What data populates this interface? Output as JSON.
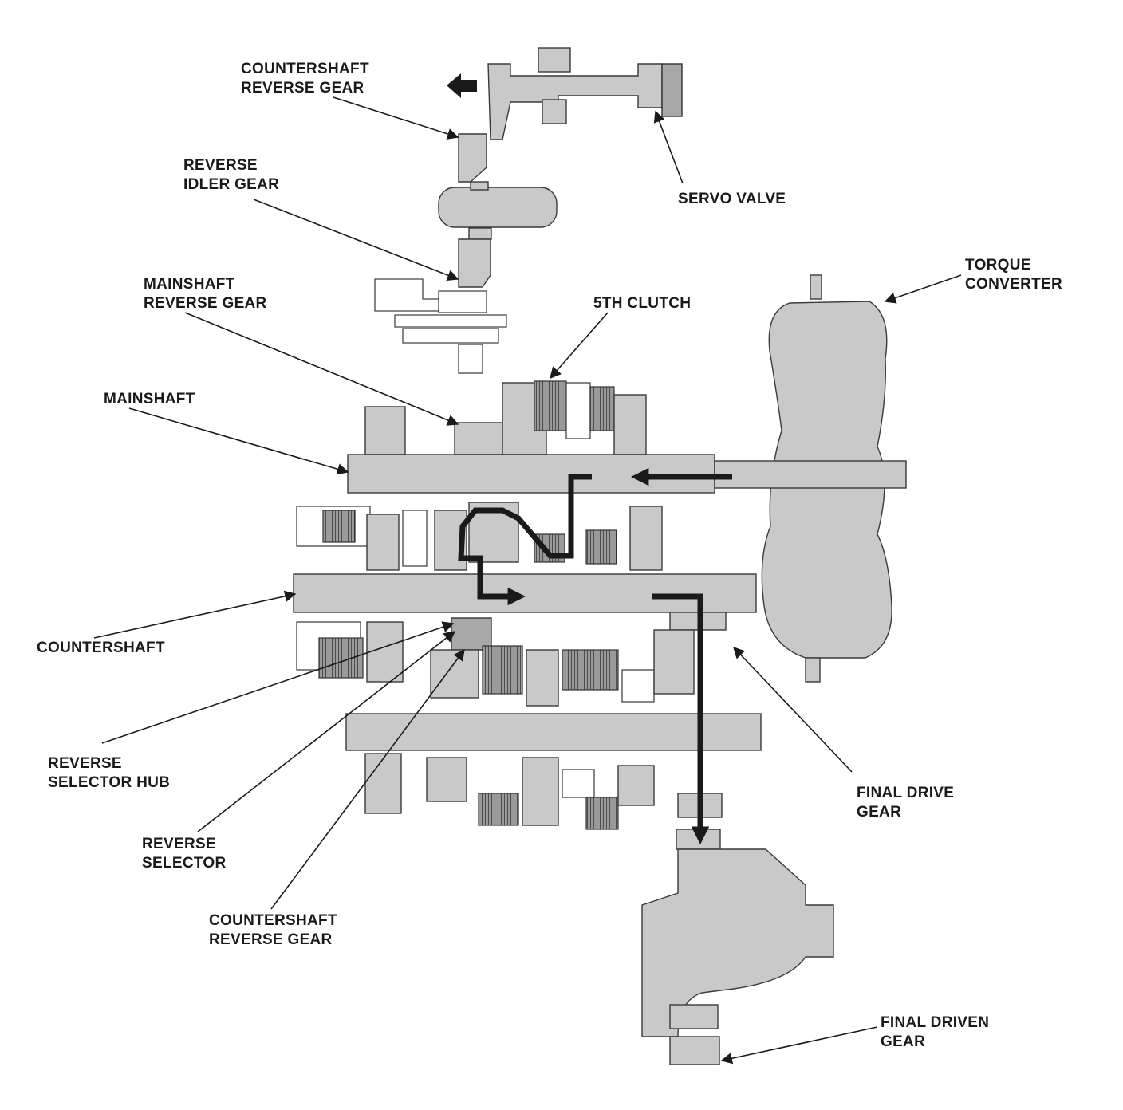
{
  "labels": {
    "countershaft_reverse_gear_top": [
      "COUNTERSHAFT",
      "REVERSE GEAR"
    ],
    "reverse_idler_gear": [
      "REVERSE",
      "IDLER GEAR"
    ],
    "servo_valve": [
      "SERVO VALVE"
    ],
    "torque_converter": [
      "TORQUE",
      "CONVERTER"
    ],
    "mainshaft_reverse_gear": [
      "MAINSHAFT",
      "REVERSE GEAR"
    ],
    "fifth_clutch": [
      "5TH CLUTCH"
    ],
    "mainshaft": [
      "MAINSHAFT"
    ],
    "countershaft": [
      "COUNTERSHAFT"
    ],
    "reverse_selector_hub": [
      "REVERSE",
      "SELECTOR HUB"
    ],
    "final_drive_gear": [
      "FINAL DRIVE",
      "GEAR"
    ],
    "reverse_selector": [
      "REVERSE",
      "SELECTOR"
    ],
    "countershaft_reverse_gear_bottom": [
      "COUNTERSHAFT",
      "REVERSE GEAR"
    ],
    "final_driven_gear": [
      "FINAL DRIVEN",
      "GEAR"
    ]
  },
  "colors": {
    "ink": "#1a1a1a",
    "part_fill": "#c9c9c9",
    "part_dark": "#a8a8a8"
  }
}
